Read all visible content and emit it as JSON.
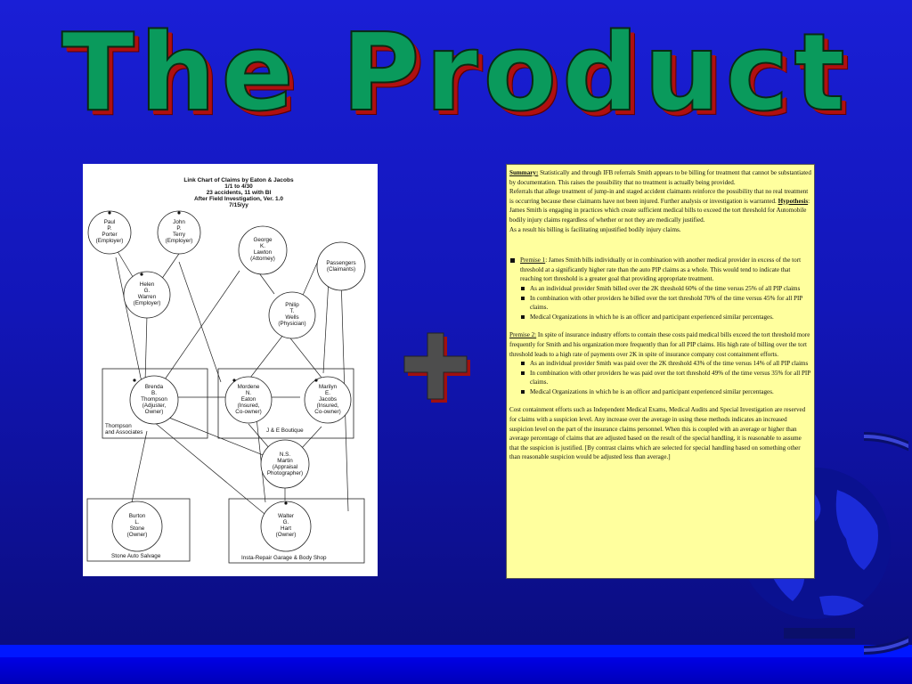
{
  "slide": {
    "title": "The Product",
    "colors": {
      "background": "#1414c8",
      "title_fill": "#0a9a5c",
      "title_shadow": "#b01010",
      "summary_bg": "#ffff9e",
      "bar": "#0017ff"
    }
  },
  "icons": {
    "plus": "plus-icon",
    "globe": "globe-icon"
  },
  "link_chart": {
    "title_lines": [
      "Link Chart of Claims by Eaton & Jacobs",
      "1/1 to 4/30",
      "23 accidents, 11 with BI",
      "After Field Investigation, Ver. 1.0",
      "7/15/yy"
    ],
    "nodes": [
      {
        "lines": [
          "Paul",
          "P.",
          "Porter",
          "(Employer)"
        ]
      },
      {
        "lines": [
          "John",
          "P.",
          "Terry",
          "(Employer)"
        ]
      },
      {
        "lines": [
          "Helen",
          "G.",
          "Warren",
          "(Employer)"
        ]
      },
      {
        "lines": [
          "George",
          "K.",
          "Lawton",
          "(Attorney)"
        ]
      },
      {
        "lines": [
          "Passengers",
          "(Claimants)"
        ]
      },
      {
        "lines": [
          "Philip",
          "T.",
          "Wells",
          "(Physician)"
        ]
      },
      {
        "lines": [
          "Brenda",
          "B.",
          "Thompson",
          "(Adjuster,",
          "Owner)"
        ]
      },
      {
        "lines": [
          "Mordene",
          "N.",
          "Eaton",
          "(Insured,",
          "Co-owner)"
        ]
      },
      {
        "lines": [
          "Marilyn",
          "E.",
          "Jacobs",
          "(Insured,",
          "Co-owner)"
        ]
      },
      {
        "lines": [
          "N.S.",
          "Martin",
          "(Appraisal",
          "Photographer)"
        ]
      },
      {
        "lines": [
          "Burton",
          "L.",
          "Stone",
          "(Owner)"
        ]
      },
      {
        "lines": [
          "Walter",
          "G.",
          "Hart",
          "(Owner)"
        ]
      }
    ],
    "box_labels": {
      "thompson": [
        "Thompson",
        "and Associates"
      ],
      "je": "J & E Boutique",
      "stone": "Stone Auto Salvage",
      "insta": "Insta-Repair Garage & Body Shop"
    }
  },
  "summary": {
    "summary_label": "Summary:",
    "summary_text": "Statistically and through IFB referrals Smith appears to be billing for treatment that cannot be substantiated by documentation. This raises the possibility that no treatment is actually being provided.",
    "referrals_text": "Referrals that allege treatment of jump-in and staged accident claimants reinforce the possibility that no real treatment is occurring because these claimants have not been injured.  Further analysis or investigation is warranted.",
    "hypothesis_label": "Hypothesis",
    "hypothesis_text": ": James Smith is engaging in practices which create sufficient medical bills to exceed the tort threshold for Automobile bodily injury claims regardless of whether or not they are medically justified.",
    "result_text": "As a result his billing is facilitating unjustified bodily injury claims.",
    "premise1_label": "Premise 1",
    "premise1_text": ":  James Smith bills individually or in combination with another medical provider in excess of the tort threshold at a significantly higher rate than the auto PIP claims as a whole.  This would tend to indicate that reaching tort threshold is a greater goal that providing appropriate treatment.",
    "premise1_items": [
      "As an individual provider Smith billed over the 2K threshold 60% of the time versus 25% of all PIP claims",
      "In combination with other providers he billed over the tort threshold 70% of the time versus 45% for all PIP claims.",
      "Medical Organizations in which he is an officer and participant experienced similar percentages."
    ],
    "premise2_label": "Premise 2:",
    "premise2_text": " In spite of insurance industry efforts to contain these costs paid medical bills exceed the tort threshold more frequently for Smith and his organization more frequently than for all PIP claims. His high rate of billing over the tort threshold leads to a high rate of payments over 2K in spite of insurance company cost containment efforts.",
    "premise2_items": [
      "As an individual provider Smith was paid over the 2K threshold 43% of the time versus 14% of all PIP claims",
      "In combination with other providers he was paid over the tort threshold 49% of the time versus 35% for all PIP claims.",
      "Medical Organizations in which he is an officer and participant experienced similar percentages."
    ],
    "cost_text": "Cost containment efforts such as Independent Medical Exams, Medical Audits and Special Investigation are reserved for claims with a suspicion level. Any increase over the average in using these methods indicates an increased suspicion level on the part of the insurance claims personnel.  When this is coupled with an average or higher than average percentage of claims that are adjusted based on the result of the special handling, it is reasonable to assume that the suspicion is justified. [By contrast claims which are selected for special handling based on something other than reasonable suspicion would be adjusted less than average.]"
  }
}
